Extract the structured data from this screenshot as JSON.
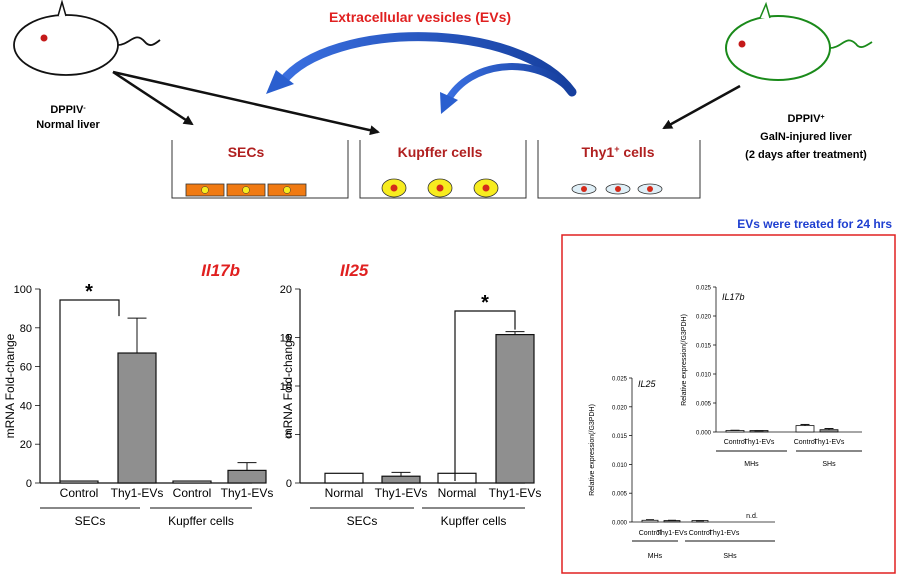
{
  "colors": {
    "red": "#e02020",
    "green": "#1a8a1a",
    "blue_text": "#1f3fd0",
    "arrow_blue": "#2a5fcf",
    "grey_bar": "#8f8f8f",
    "sec_cell": "#f07a12",
    "kupffer_cell": "#f7ec1f",
    "nucleus": "#d42a1a",
    "thy_cell": "#dfeff7"
  },
  "schematic": {
    "ev_title": "Extracellular vesicles (EVs)",
    "donor_left": {
      "line1": "DPPIV",
      "sup1": "-",
      "line2": "Normal liver",
      "icon": "mouse-icon"
    },
    "donor_right": {
      "line1": "DPPIV",
      "sup1": "+",
      "line2": "GalN-injured liver",
      "line3": "(2 days after treatment)",
      "icon": "mouse-icon"
    },
    "wells": [
      {
        "label": "SECs"
      },
      {
        "label": "Kupffer cells"
      },
      {
        "label": "Thy1",
        "sup": "+",
        "label_rest": " cells"
      }
    ],
    "treatment_note": "EVs were treated for 24 hrs"
  },
  "chart_data": [
    {
      "type": "bar",
      "title": "Il17b",
      "ylabel": "mRNA Fold-change",
      "ylim": [
        0,
        100
      ],
      "yticks": [
        "0",
        "20",
        "40",
        "60",
        "80",
        "100"
      ],
      "categories": [
        "Control",
        "Thy1-EVs",
        "Control",
        "Thy1-EVs"
      ],
      "groups": [
        "SECs",
        "Kupffer cells"
      ],
      "values": [
        1,
        67,
        1,
        6.5
      ],
      "errors": [
        0,
        18,
        0,
        4
      ],
      "bar_fill": [
        "white",
        "grey",
        "white",
        "grey"
      ],
      "significance": "*"
    },
    {
      "type": "bar",
      "title": "Il25",
      "ylabel": "mRNA Fold-change",
      "ylim": [
        0,
        20
      ],
      "yticks": [
        "0",
        "5",
        "10",
        "15",
        "20"
      ],
      "categories": [
        "Normal",
        "Thy1-EVs",
        "Normal",
        "Thy1-EVs"
      ],
      "groups": [
        "SECs",
        "Kupffer cells"
      ],
      "values": [
        1,
        0.7,
        1,
        15.3
      ],
      "errors": [
        0,
        0.4,
        0,
        0.3
      ],
      "bar_fill": [
        "white",
        "grey",
        "white",
        "grey"
      ],
      "significance": "*"
    },
    {
      "type": "bar",
      "title": "IL25",
      "ylabel": "Relative expression(/G3PDH)",
      "ylim": [
        0,
        0.025
      ],
      "yticks": [
        "0.000",
        "0.005",
        "0.010",
        "0.015",
        "0.020",
        "0.025"
      ],
      "categories": [
        "Control",
        "Thy1-EVs",
        "Control",
        "Thy1-EVs"
      ],
      "groups": [
        "MHs",
        "SHs"
      ],
      "values": [
        0.0003,
        0.0002,
        0.0001,
        0
      ],
      "errors": [
        0.0001,
        0.0001,
        0.0001,
        0
      ],
      "bar_fill": [
        "white",
        "grey",
        "white",
        "grey"
      ],
      "annotation": "n.d."
    },
    {
      "type": "bar",
      "title": "IL17b",
      "ylabel": "Relative expression(/G3PDH)",
      "ylim": [
        0,
        0.025
      ],
      "yticks": [
        "0.000",
        "0.005",
        "0.010",
        "0.015",
        "0.020",
        "0.025"
      ],
      "categories": [
        "Control",
        "Thy1-EVs",
        "Control",
        "Thy1-EVs"
      ],
      "groups": [
        "MHs",
        "SHs"
      ],
      "values": [
        0.0002,
        0.0001,
        0.0011,
        0.0004
      ],
      "errors": [
        0.0001,
        0.0001,
        0.0002,
        0.0002
      ],
      "bar_fill": [
        "white",
        "grey",
        "white",
        "grey"
      ]
    }
  ]
}
